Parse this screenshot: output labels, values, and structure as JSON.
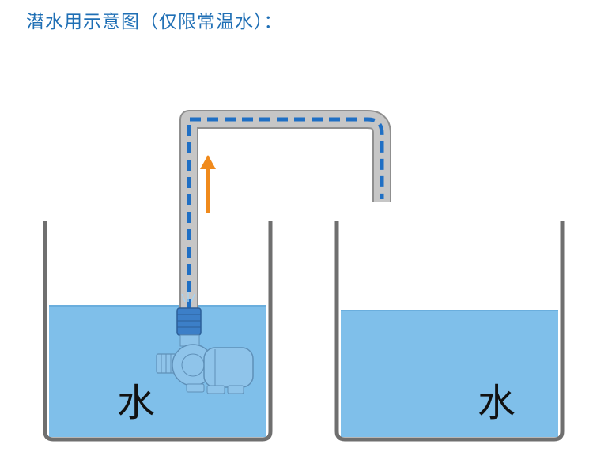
{
  "title": "潜水用示意图（仅限常温水）：",
  "left_tank": {
    "label": "水"
  },
  "right_tank": {
    "label": "水"
  },
  "colors": {
    "water": "#7fbfea",
    "water_surface": "#6aaedd",
    "tank_wall": "#6f6f6f",
    "pipe": "#c6c6c6",
    "pipe_edge": "#8f8f8f",
    "flow_dash": "#1f6fc4",
    "arrow": "#f08a1c"
  },
  "icons": [
    "up-arrow-icon",
    "submersible-pump-icon"
  ]
}
